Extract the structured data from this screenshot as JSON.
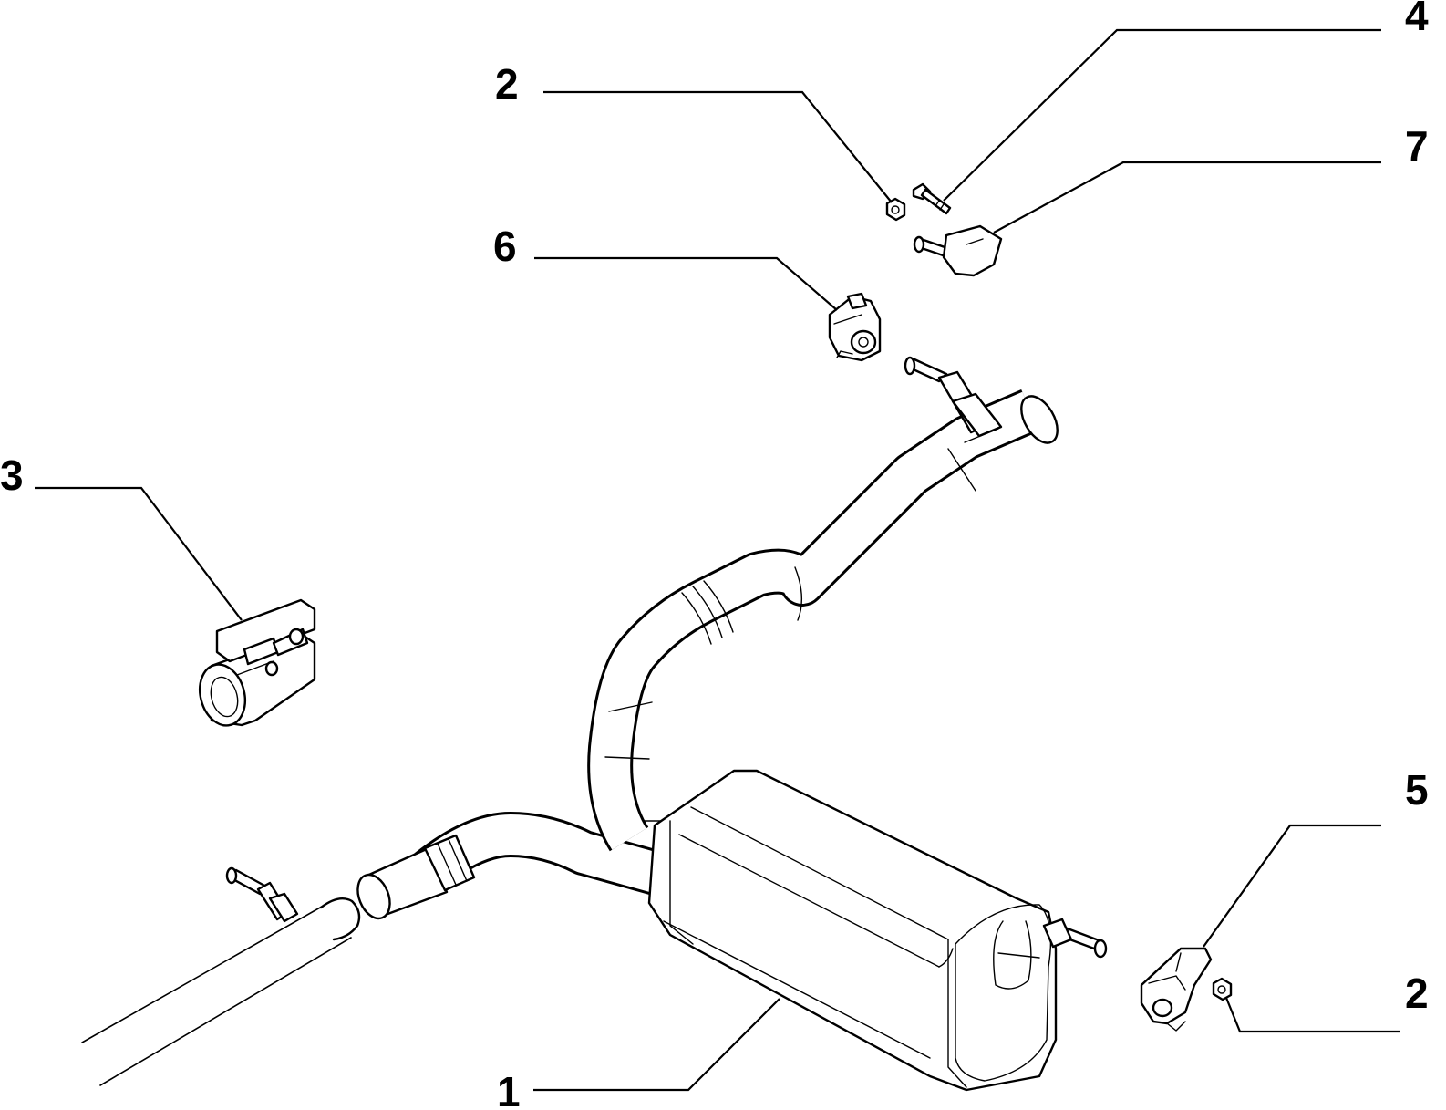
{
  "callouts": [
    {
      "id": "c1",
      "number": "1"
    },
    {
      "id": "c2a",
      "number": "2"
    },
    {
      "id": "c2b",
      "number": "2"
    },
    {
      "id": "c3",
      "number": "3"
    },
    {
      "id": "c4",
      "number": "4"
    },
    {
      "id": "c5",
      "number": "5"
    },
    {
      "id": "c6",
      "number": "6"
    },
    {
      "id": "c7",
      "number": "7"
    }
  ]
}
